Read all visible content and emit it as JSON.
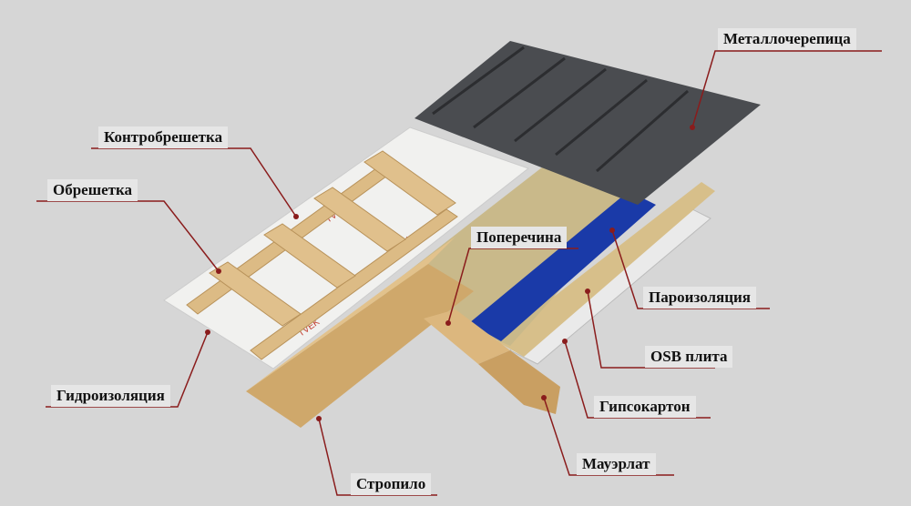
{
  "title": "Roof structure layers",
  "labels": {
    "metal_tile": "Металлочерепица",
    "counter_batten": "Контробрешетка",
    "batten": "Обрешетка",
    "crossbar": "Поперечина",
    "vapor_barrier": "Пароизоляция",
    "osb": "OSB плита",
    "drywall": "Гипсокартон",
    "mauerlat": "Мауэрлат",
    "rafter": "Стропило",
    "waterproofing": "Гидроизоляция"
  },
  "membrane_print": "TVEK",
  "colors": {
    "background": "#d6d6d6",
    "leader_line": "#8a1c1c",
    "wood": "#d9b882",
    "metal": "#4a4c50",
    "vapor": "#1a3aa8",
    "membrane": "#f1f1ef",
    "insulation": "#c9b98a"
  }
}
